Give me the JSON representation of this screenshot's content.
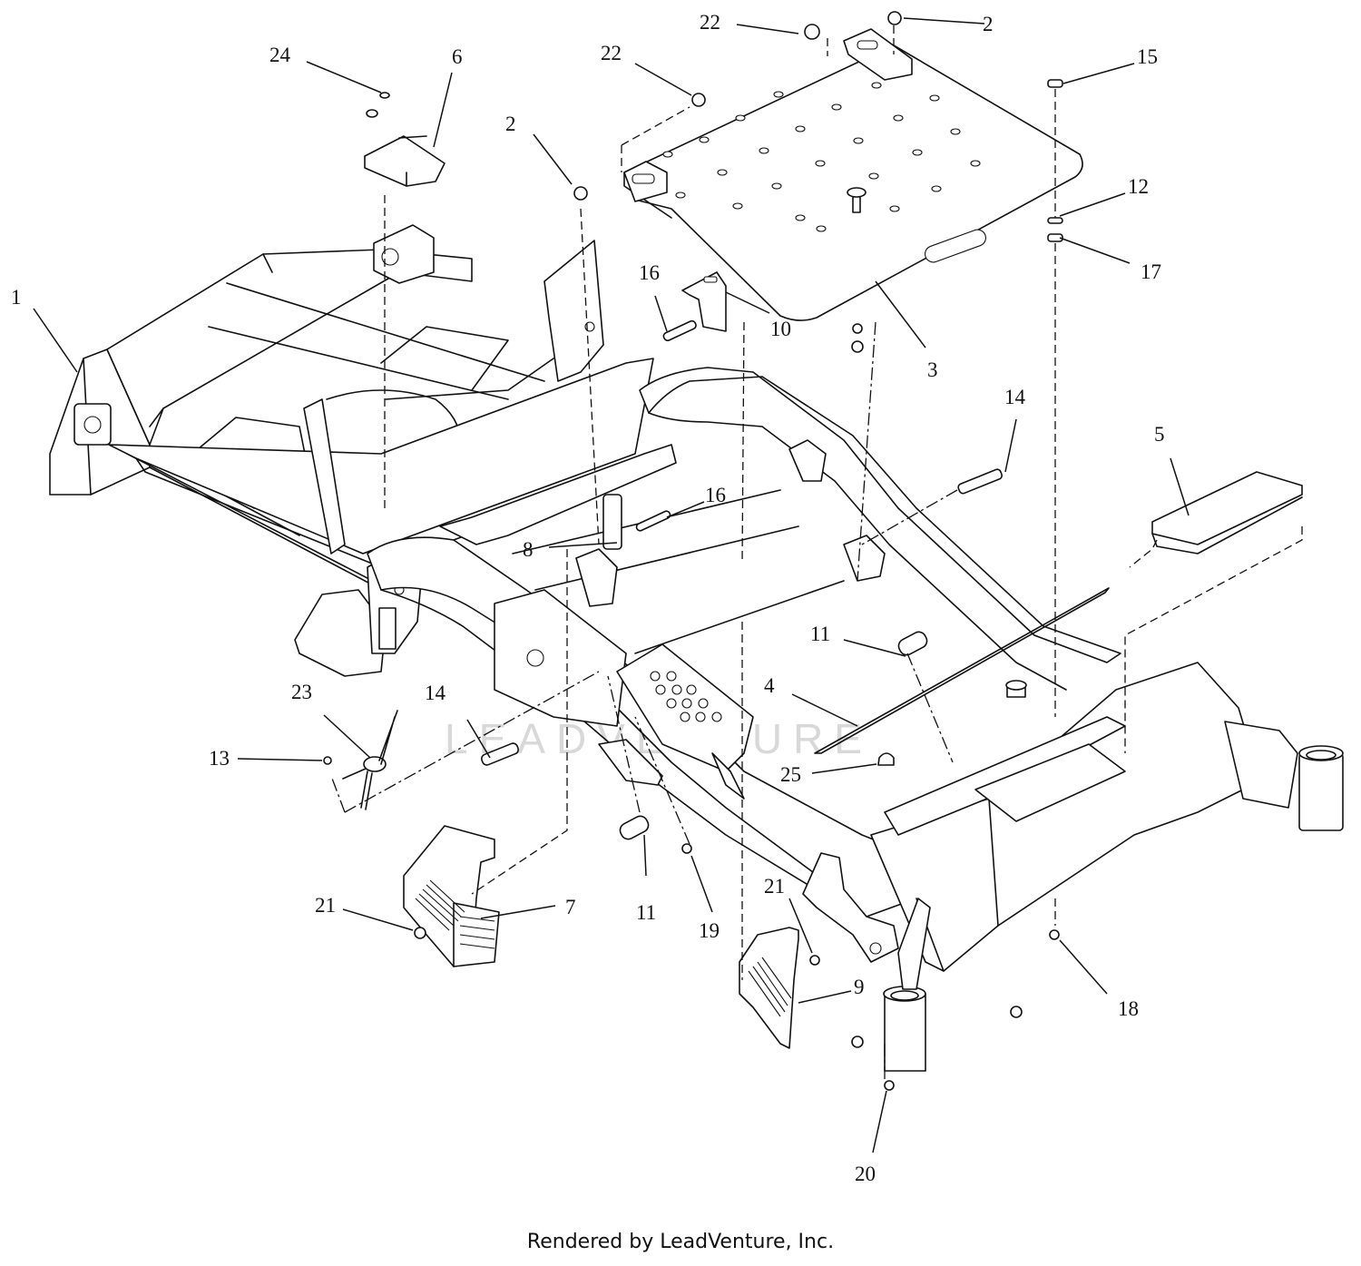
{
  "footer": {
    "text": "Rendered by LeadVenture, Inc."
  },
  "watermark": {
    "text": "LEADVENTURE"
  },
  "callouts": [
    {
      "id": "c1",
      "label": "1"
    },
    {
      "id": "c2a",
      "label": "2"
    },
    {
      "id": "c2b",
      "label": "2"
    },
    {
      "id": "c3",
      "label": "3"
    },
    {
      "id": "c4",
      "label": "4"
    },
    {
      "id": "c5",
      "label": "5"
    },
    {
      "id": "c6",
      "label": "6"
    },
    {
      "id": "c7",
      "label": "7"
    },
    {
      "id": "c8",
      "label": "8"
    },
    {
      "id": "c9",
      "label": "9"
    },
    {
      "id": "c10",
      "label": "10"
    },
    {
      "id": "c11a",
      "label": "11"
    },
    {
      "id": "c11b",
      "label": "11"
    },
    {
      "id": "c12",
      "label": "12"
    },
    {
      "id": "c13",
      "label": "13"
    },
    {
      "id": "c14a",
      "label": "14"
    },
    {
      "id": "c14b",
      "label": "14"
    },
    {
      "id": "c15",
      "label": "15"
    },
    {
      "id": "c16a",
      "label": "16"
    },
    {
      "id": "c16b",
      "label": "16"
    },
    {
      "id": "c17",
      "label": "17"
    },
    {
      "id": "c18",
      "label": "18"
    },
    {
      "id": "c19",
      "label": "19"
    },
    {
      "id": "c20",
      "label": "20"
    },
    {
      "id": "c21a",
      "label": "21"
    },
    {
      "id": "c21b",
      "label": "21"
    },
    {
      "id": "c22a",
      "label": "22"
    },
    {
      "id": "c22b",
      "label": "22"
    },
    {
      "id": "c23",
      "label": "23"
    },
    {
      "id": "c24",
      "label": "24"
    },
    {
      "id": "c25",
      "label": "25"
    }
  ]
}
